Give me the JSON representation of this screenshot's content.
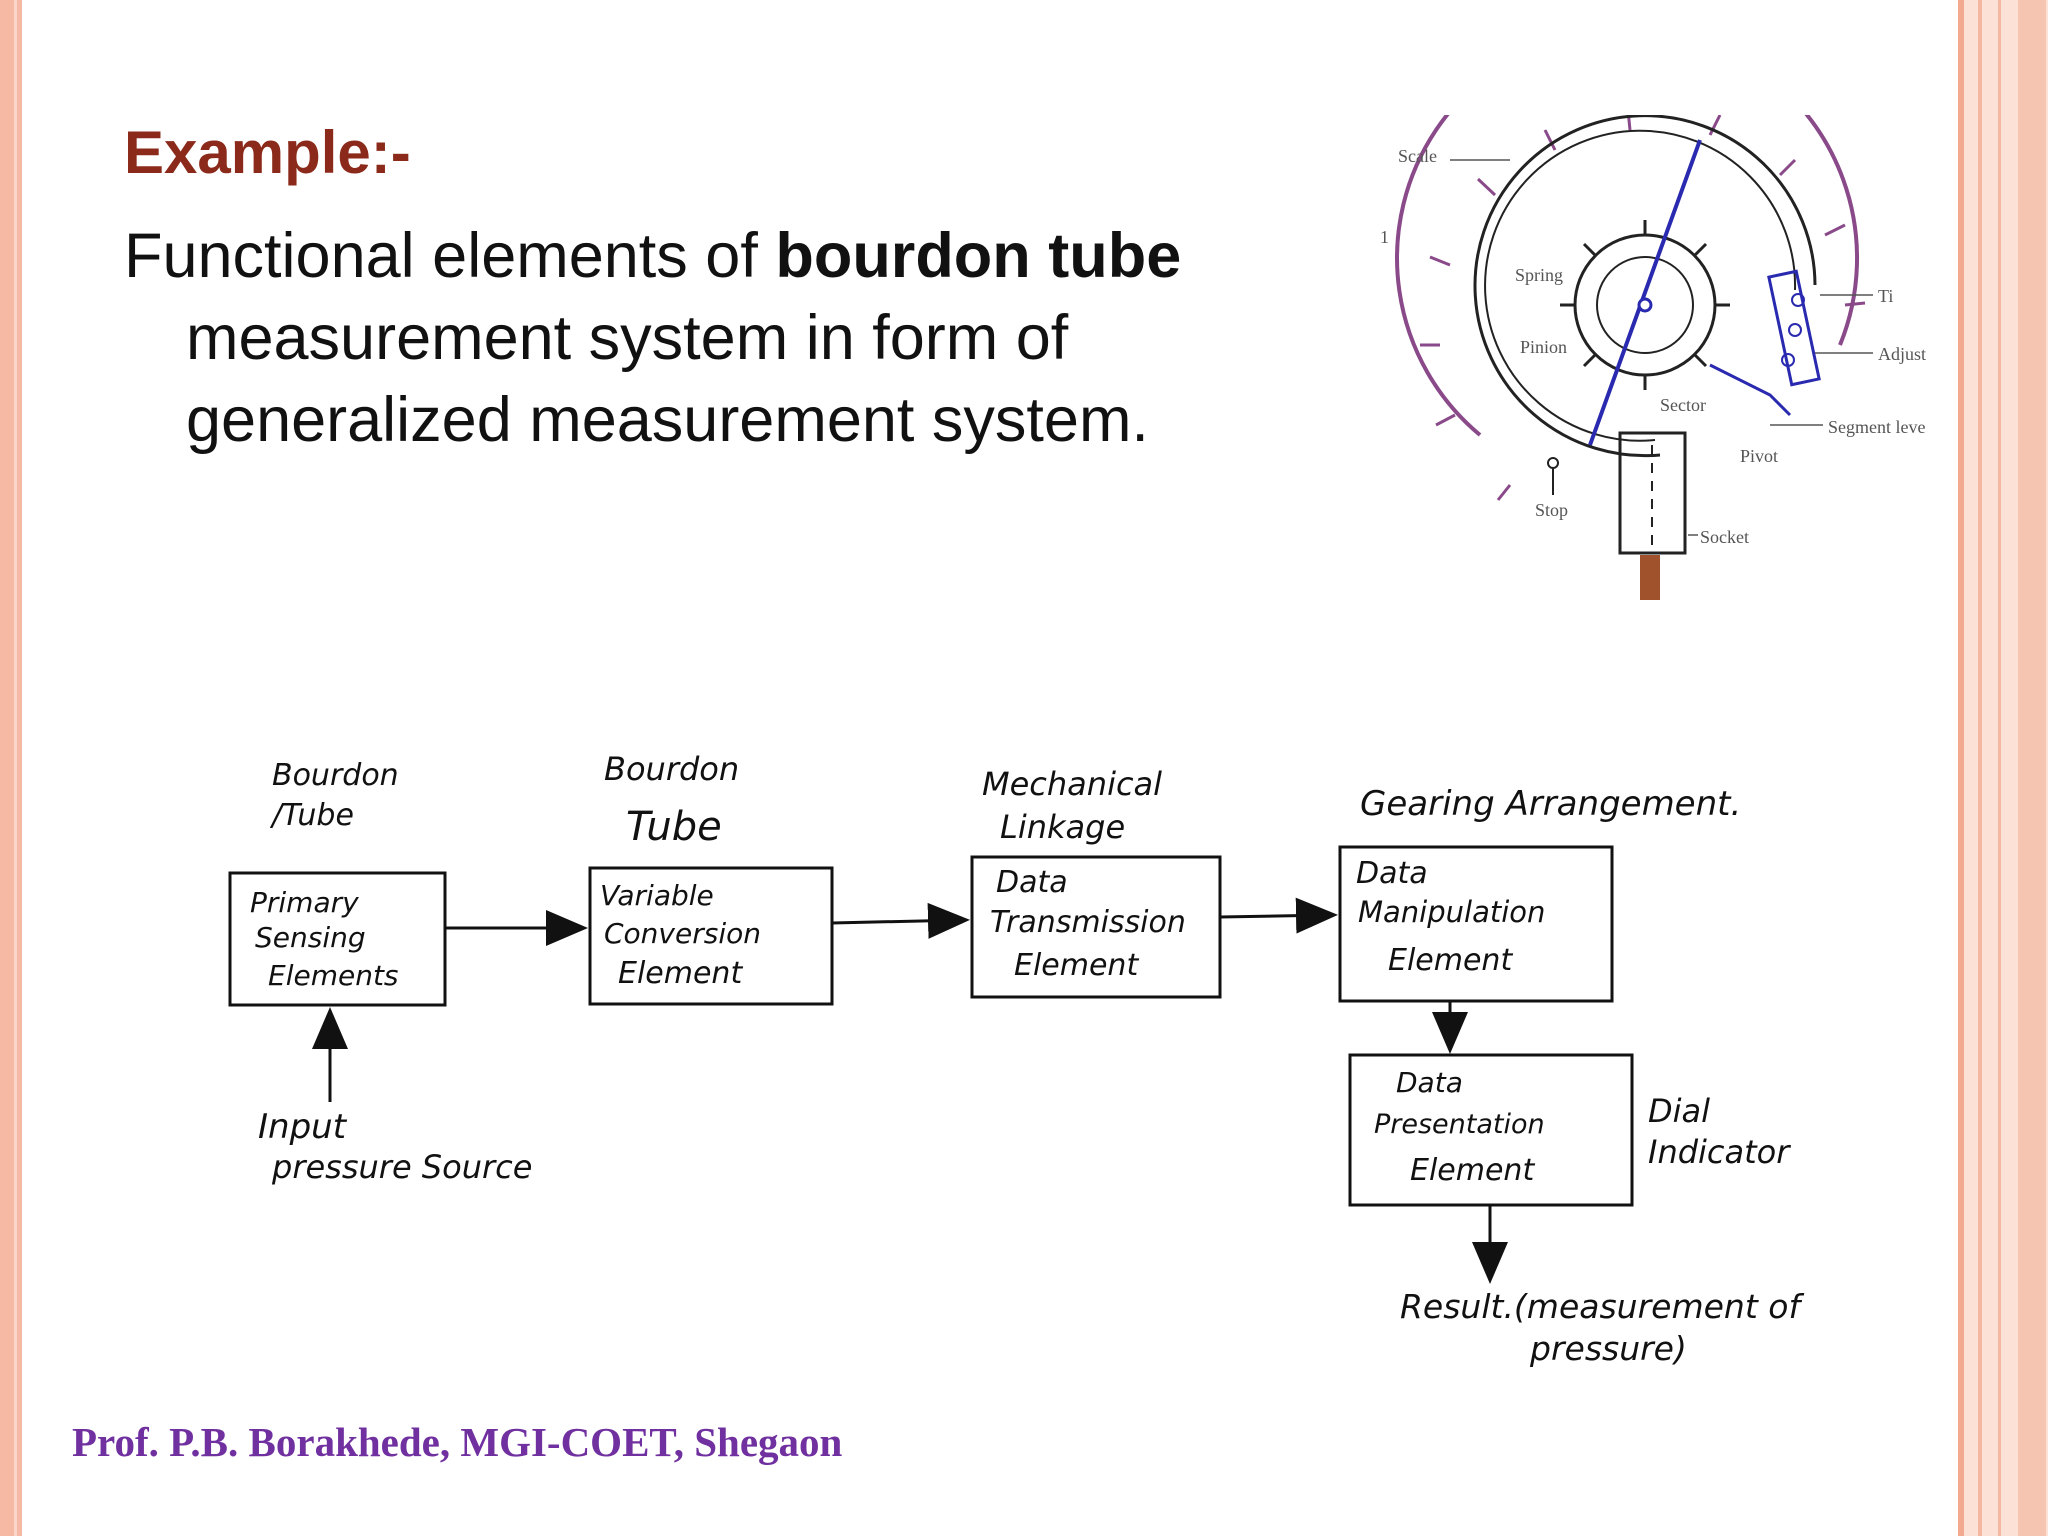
{
  "slide": {
    "title": "Example:-",
    "body_pre": "Functional elements of ",
    "body_bold": "bourdon tube",
    "body_line2": "measurement system in form of",
    "body_line3": "generalized measurement system.",
    "footer": "Prof. P.B. Borakhede, MGI-COET, Shegaon"
  },
  "gauge": {
    "labels": {
      "scale": "Scale",
      "spring": "Spring",
      "pinion": "Pinion",
      "sector": "Sector",
      "pivot": "Pivot",
      "stop": "Stop",
      "socket": "Socket",
      "adjust": "Adjust",
      "segment": "Segment leve",
      "tip": "Ti",
      "one": "1"
    }
  },
  "diagram": {
    "blocks": [
      {
        "lines": [
          "Primary",
          "Sensing",
          "Elements"
        ],
        "note": [
          "Bourdon",
          "/Tube"
        ]
      },
      {
        "lines": [
          "Variable",
          "Conversion",
          "Element"
        ],
        "note": [
          "Bourdon",
          "Tube"
        ]
      },
      {
        "lines": [
          "Data",
          "Transmission",
          "Element"
        ],
        "note": [
          "Mechanical",
          "Linkage"
        ]
      },
      {
        "lines": [
          "Data",
          "Manipulation",
          "Element"
        ],
        "note": [
          "Gearing Arrangement."
        ]
      },
      {
        "lines": [
          "Data",
          "Presentation",
          "Element"
        ],
        "note": [
          "Dial",
          "Indicator"
        ]
      }
    ],
    "input": [
      "Input",
      "pressure Source"
    ],
    "result": [
      "Result.(measurement of",
      "pressure)"
    ]
  }
}
